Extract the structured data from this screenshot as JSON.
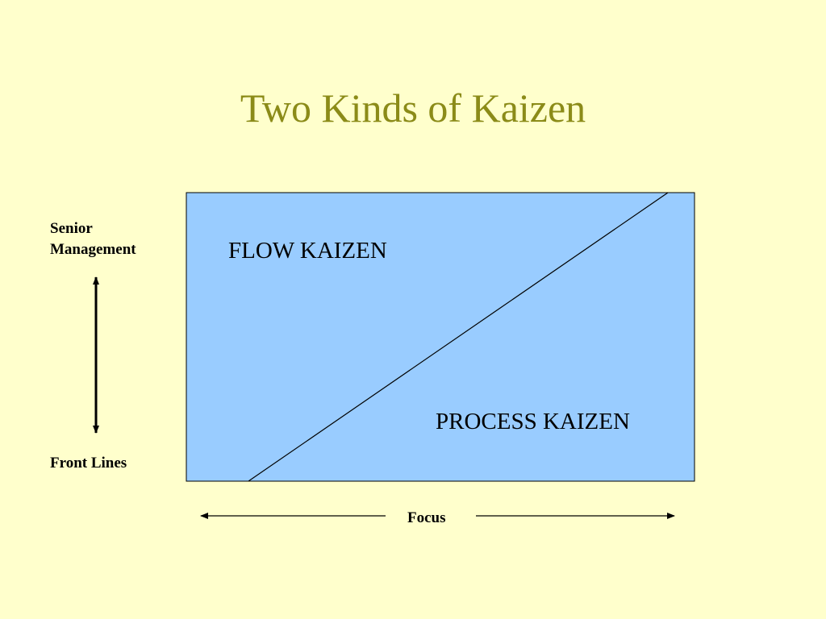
{
  "title": "Two Kinds of Kaizen",
  "diagram": {
    "upper_region_label": "FLOW KAIZEN",
    "lower_region_label": "PROCESS KAIZEN",
    "vertical_axis": {
      "top_label_line1": "Senior",
      "top_label_line2": "Management",
      "bottom_label": "Front Lines"
    },
    "horizontal_axis": {
      "label": "Focus"
    }
  },
  "colors": {
    "background": "#ffffcc",
    "title": "#8b8b18",
    "box_fill": "#99ccff",
    "lines": "#000000"
  }
}
